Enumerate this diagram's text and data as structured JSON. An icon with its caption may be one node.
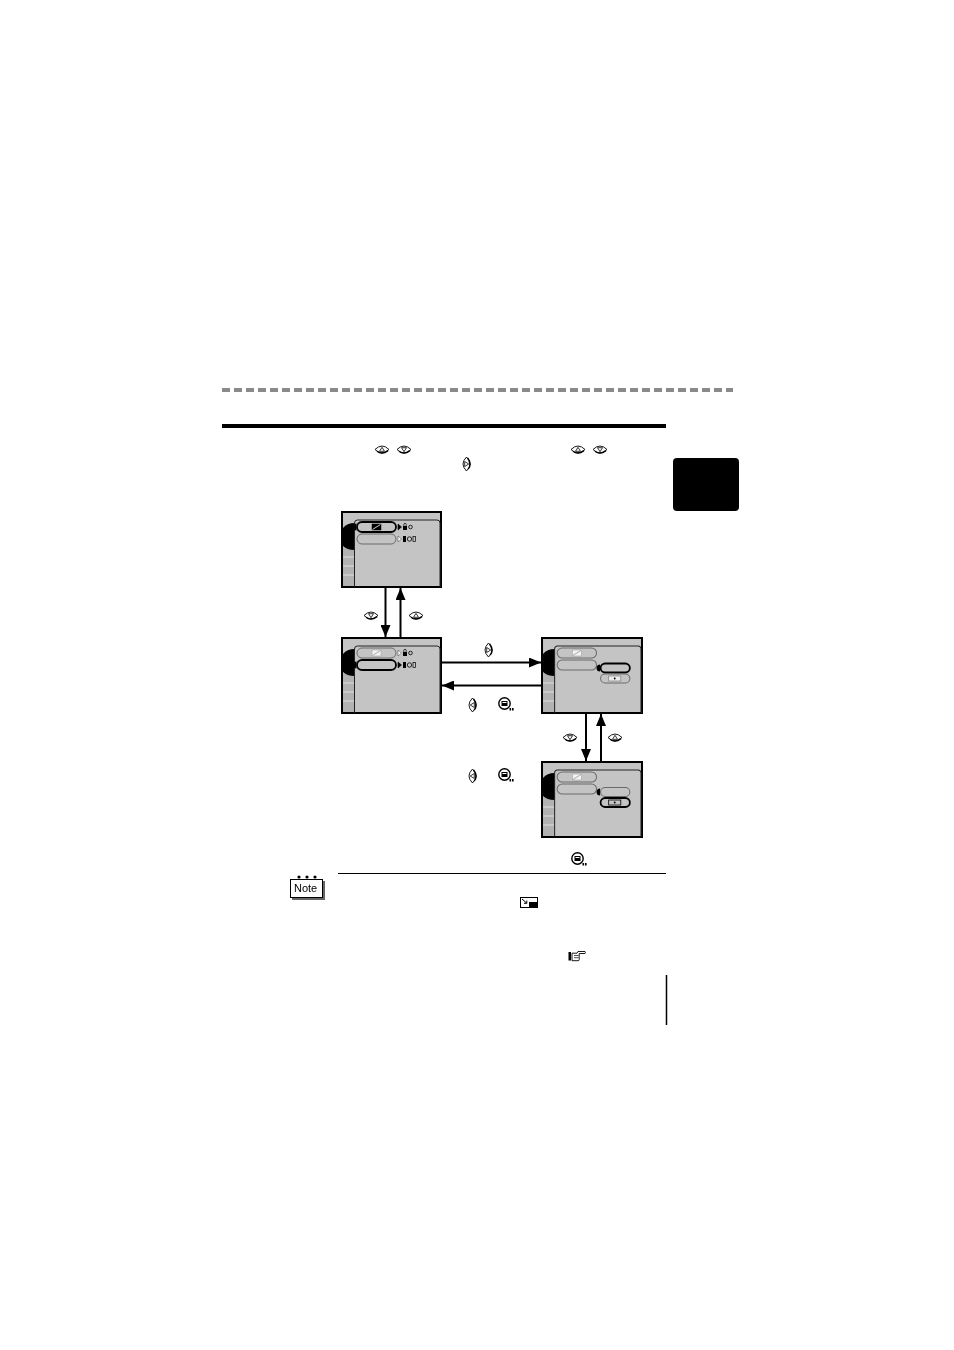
{
  "diagram": {
    "nodes": [
      {
        "text": [],
        "shape": "picture"
      },
      {
        "text": [],
        "shape": "picture"
      },
      {
        "text": [],
        "shape": "picture"
      },
      {
        "text": [],
        "shape": "picture"
      }
    ],
    "edges": [
      {
        "from": 0,
        "to": 1,
        "arrow": "to"
      },
      {
        "from": 1,
        "to": 0,
        "arrow": "to"
      },
      {
        "from": 1,
        "to": 2,
        "arrow": "to"
      },
      {
        "from": 2,
        "to": 1,
        "arrow": "to"
      },
      {
        "from": 2,
        "to": 3,
        "arrow": "to"
      },
      {
        "from": 3,
        "to": 2,
        "arrow": "to"
      }
    ],
    "labels": [
      "Note"
    ]
  }
}
